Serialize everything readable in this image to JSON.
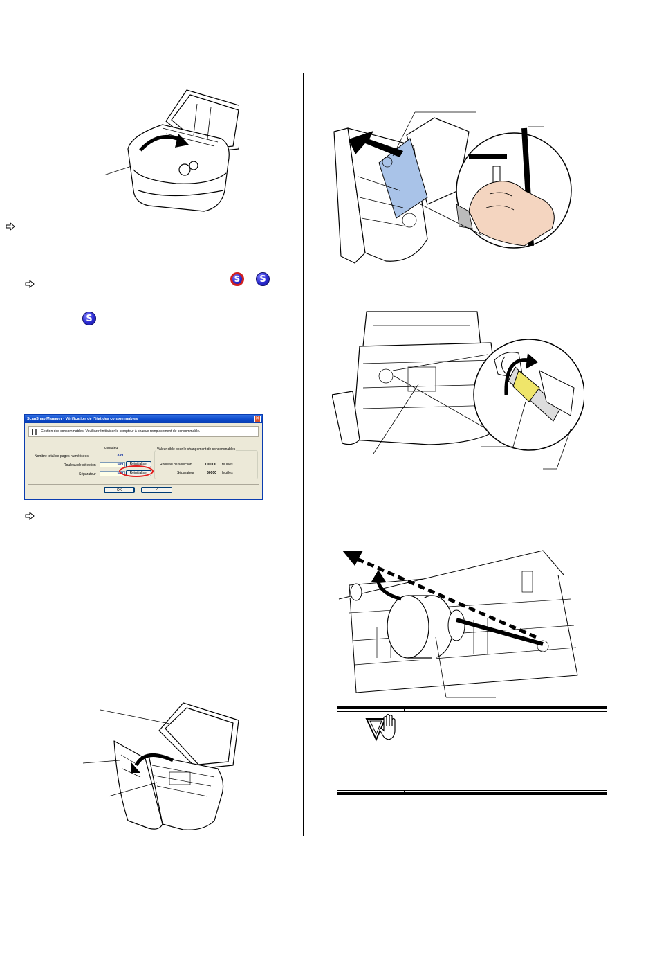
{
  "dialog": {
    "title": "ScanSnap Manager - Vérification de l'état des consommables",
    "close": "✕",
    "header_text": "Gestion des consommables. Veuillez réinitialiser le compteur à chaque remplacement de consommable.",
    "counter_label": "compteur",
    "total_pages_label": "Nombre total de pages numérisées",
    "total_pages_value": "839",
    "pick_roller_label": "Rouleau de sélection",
    "pick_roller_value": "509",
    "separator_label": "Séparateur",
    "separator_value": "509",
    "reset_label_1": "Réinitialiser",
    "reset_label_2": "Réinitialiser",
    "target_group_label": "Valeur cible pour le changement de consommables",
    "target_pick_label": "Rouleau de sélection",
    "target_pick_value": "100000",
    "target_pick_unit": "feuilles",
    "target_sep_label": "Séparateur",
    "target_sep_value": "50000",
    "target_sep_unit": "feuilles",
    "ok_label": "OK",
    "help_label": "?"
  },
  "icons": {
    "scansnap_letter": "S",
    "arrow_glyph": "⇨"
  }
}
